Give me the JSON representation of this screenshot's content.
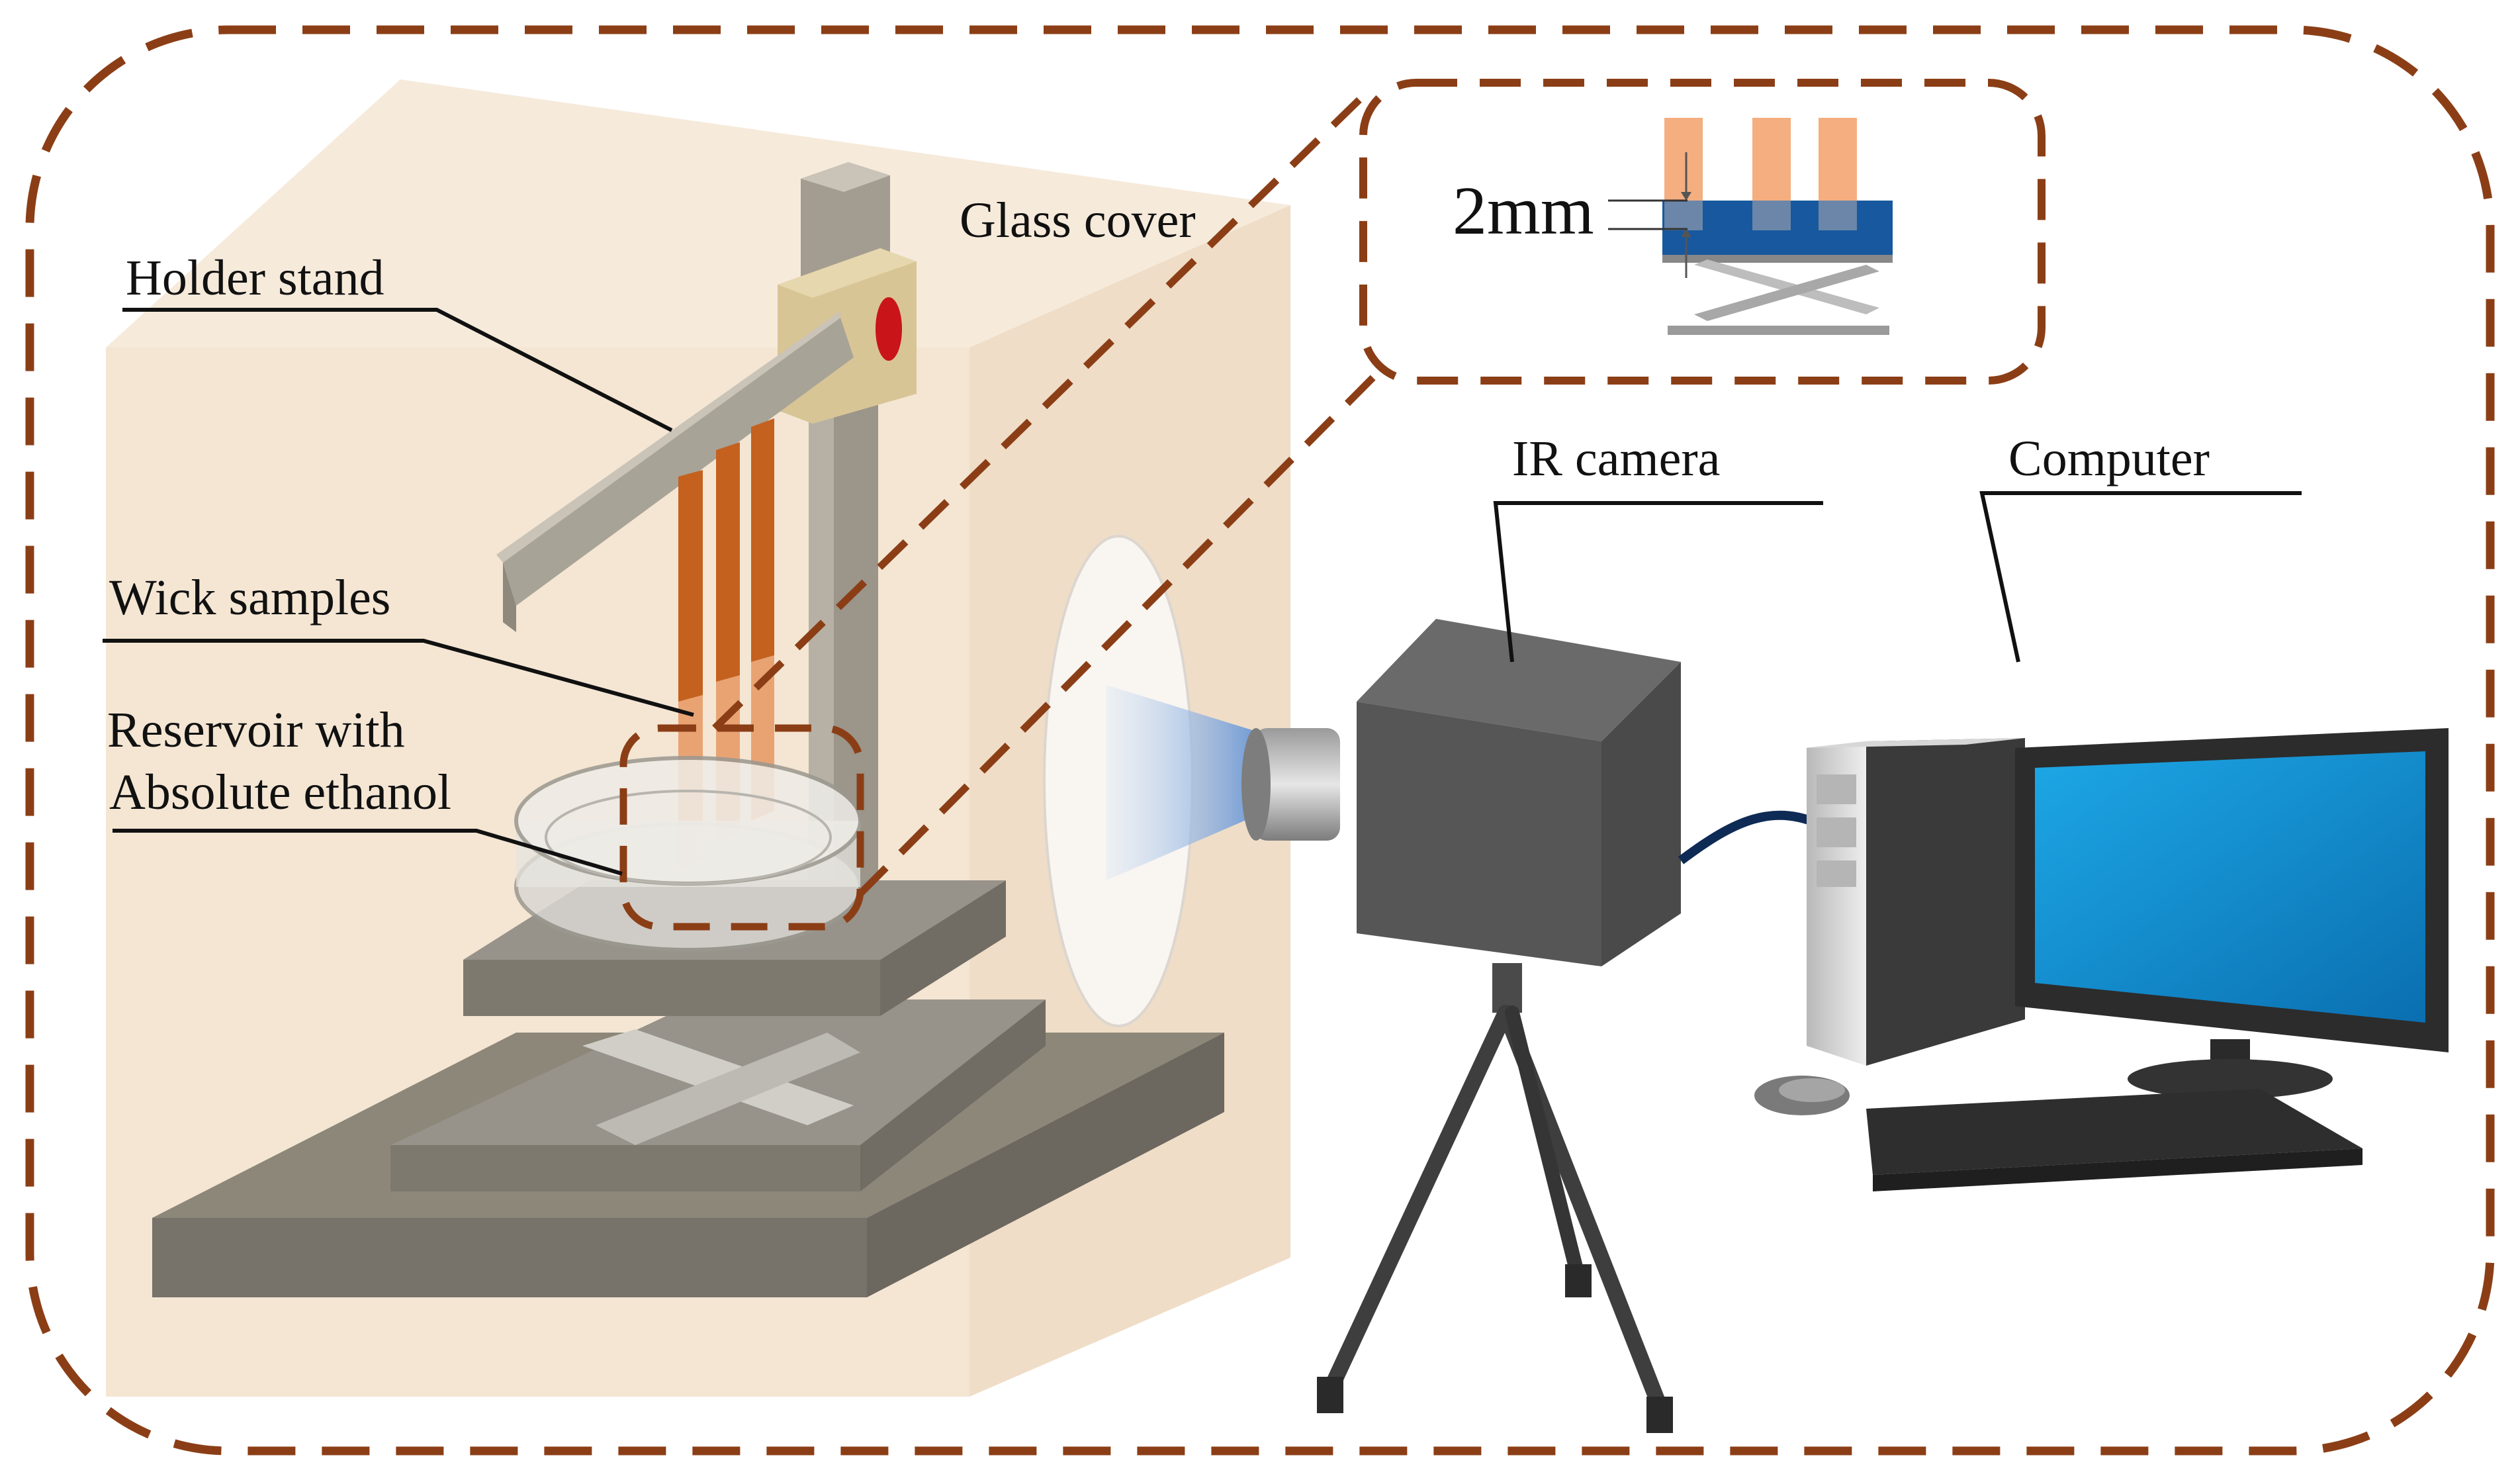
{
  "labels": {
    "holder_stand": "Holder stand",
    "glass_cover": "Glass cover",
    "wick_samples": "Wick samples",
    "reservoir_line1": "Reservoir with",
    "reservoir_line2": "Absolute ethanol",
    "ir_camera": "IR camera",
    "computer": "Computer",
    "gap": "2mm"
  },
  "colors": {
    "border_dash": "#8B3E16",
    "glass_box": "#F3E4CF",
    "wick": "#C4611F",
    "wick_light": "#F2B488",
    "liquid": "#17589E",
    "metal": "#8C8779",
    "camera_body": "#545454",
    "screen": "#0F8FCC",
    "cable": "#0E2B55"
  }
}
